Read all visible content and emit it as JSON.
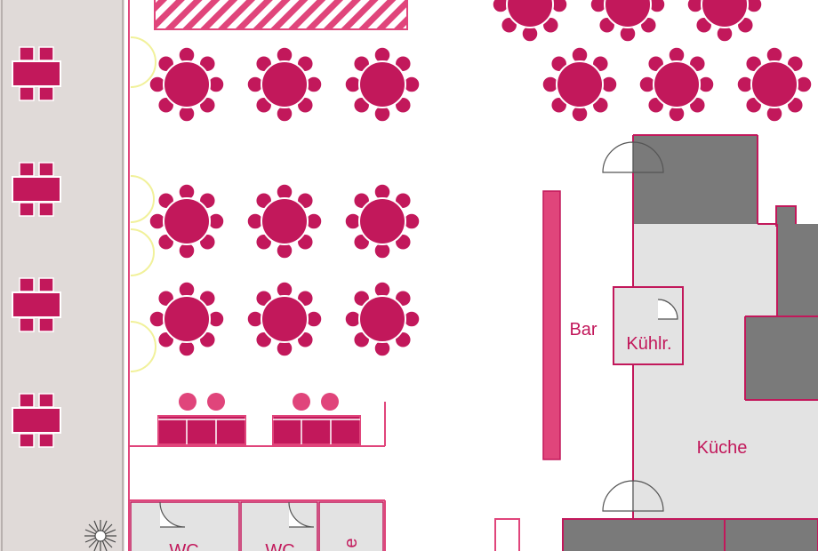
{
  "labels": {
    "bar": "Bar",
    "cold_room": "Kühlr.",
    "kitchen": "Küche",
    "wc_1": "WC",
    "wc_2": "WC",
    "partial": "e"
  },
  "colors": {
    "magenta": "#c2185b",
    "pink_line": "#e0457b",
    "terrace": "#e0dad8",
    "room_grey": "#e3e3e3",
    "dark_grey": "#7a7a7a",
    "door_yellow": "#f1f19a"
  },
  "icons": {
    "plant": "plant-icon",
    "round_table": "round-table-icon",
    "terrace_table": "terrace-table-icon",
    "door_swing": "door-swing-icon"
  }
}
